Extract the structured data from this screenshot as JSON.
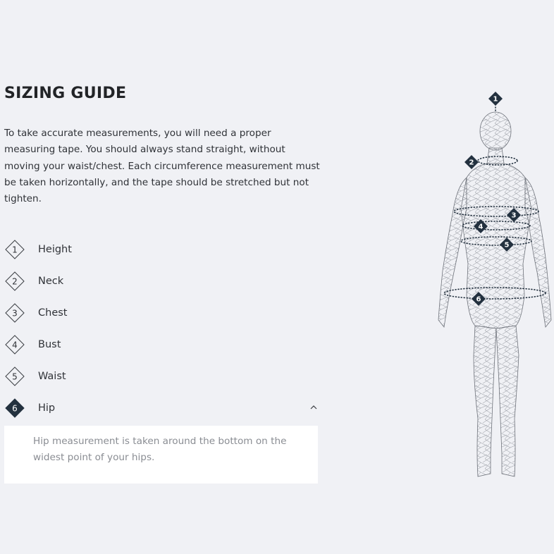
{
  "guide": {
    "title": "SIZING GUIDE",
    "intro": "To take accurate measurements, you will need a proper measuring tape. You should always stand straight, without moving your waist/chest. Each circumference measurement must be taken horizontally, and the tape should be stretched but not tighten."
  },
  "measurements": [
    {
      "number": "1",
      "label": "Height",
      "active": false
    },
    {
      "number": "2",
      "label": "Neck",
      "active": false
    },
    {
      "number": "3",
      "label": "Chest",
      "active": false
    },
    {
      "number": "4",
      "label": "Bust",
      "active": false
    },
    {
      "number": "5",
      "label": "Waist",
      "active": false
    },
    {
      "number": "6",
      "label": "Hip",
      "active": true,
      "expanded": true,
      "description": "Hip measurement is taken around the bottom on the widest point of your hips.",
      "toggle_icon": "chevron-up-icon"
    }
  ],
  "figure": {
    "markers": [
      "1",
      "2",
      "3",
      "4",
      "5",
      "6"
    ]
  },
  "colors": {
    "background": "#f0f1f5",
    "marker_dark": "#23313f",
    "text": "#2f3237",
    "muted_text": "#8a8d93",
    "panel": "#ffffff"
  }
}
